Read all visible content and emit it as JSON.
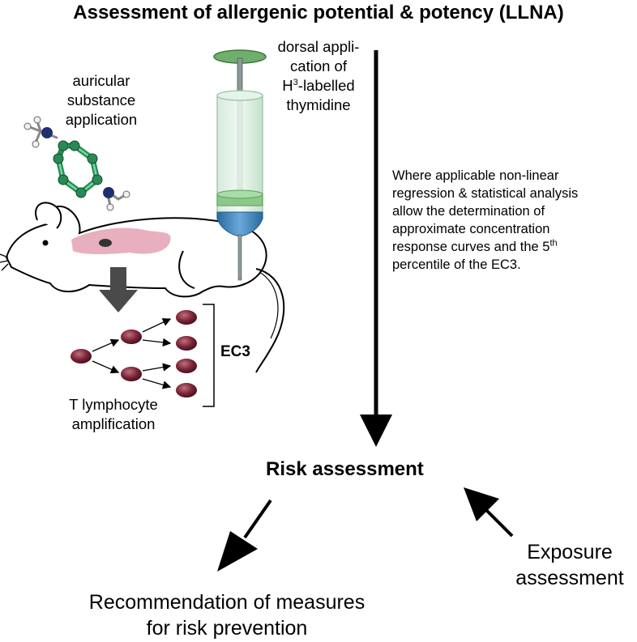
{
  "title": "Assessment of allergenic potential & potency (LLNA)",
  "labels": {
    "auricular_line1": "auricular",
    "auricular_line2": "substance",
    "auricular_line3": "application",
    "dorsal_line1": "dorsal appli-",
    "dorsal_line2": "cation of",
    "dorsal_line3_sup": "3",
    "dorsal_line3_pre": "H",
    "dorsal_line3_post": "-labelled",
    "dorsal_line4": "thymidine",
    "regression_line1": "Where applicable non-linear",
    "regression_line2": "regression & statistical analysis",
    "regression_line3": "allow the determination of",
    "regression_line4": "approximate concentration",
    "regression_line5_pre": "response curves and the 5",
    "regression_line5_sup": "th",
    "regression_line6": "percentile of the EC3.",
    "ec3": "EC3",
    "tlymph_line1": "T lymphocyte",
    "tlymph_line2": "amplification",
    "risk": "Risk assessment",
    "exposure_line1": "Exposure",
    "exposure_line2": "assessment",
    "recommendation_line1": "Recommendation of measures",
    "recommendation_line2": "for risk prevention"
  },
  "colors": {
    "cell": "#7a2535",
    "molecule_ring": "#3aa866",
    "nitrogen": "#1e2f6e",
    "skin_patch": "#e6a6b8",
    "syringe_green": "#8cc88a",
    "syringe_blue": "#3a7fb6"
  }
}
